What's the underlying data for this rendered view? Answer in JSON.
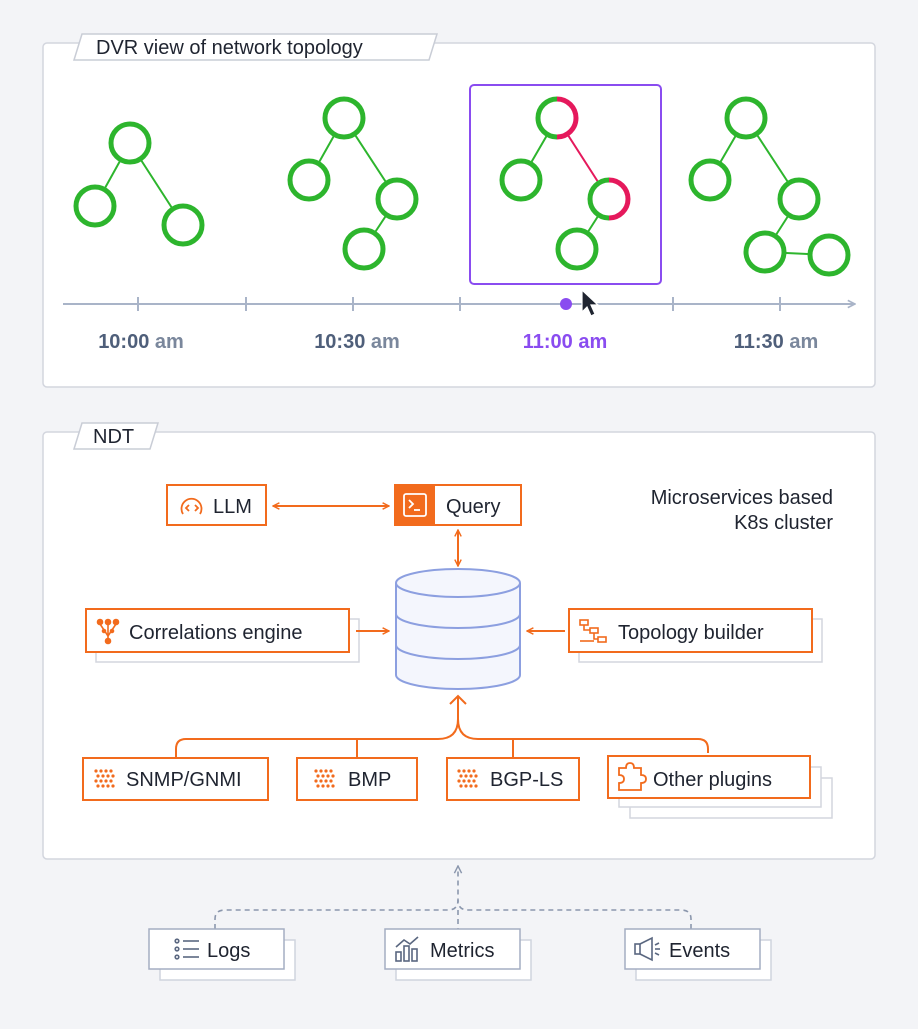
{
  "colors": {
    "background": "#f3f4f7",
    "panel": "#ffffff",
    "panel_border": "#d3d6de",
    "node_green": "#2db52d",
    "node_red": "#e5195c",
    "accent_orange": "#f26b1d",
    "accent_purple": "#8a4cf0",
    "axis_gray": "#a9b4c8",
    "time_text": "#4f5f7a",
    "time_suffix": "#7a879c",
    "db_stroke": "#8c9fe0",
    "db_fill": "#f4f6fd",
    "source_border": "#a4adc2",
    "source_icon": "#5a6780",
    "dashed_line": "#8b97ad",
    "text_dark": "#1f2430"
  },
  "top_panel": {
    "title": "DVR view of network topology",
    "timeline": [
      {
        "time": "10:00",
        "suffix": "am",
        "active": false
      },
      {
        "time": "10:30",
        "suffix": "am",
        "active": false
      },
      {
        "time": "11:00",
        "suffix": "am",
        "active": true
      },
      {
        "time": "11:30",
        "suffix": "am",
        "active": false
      }
    ]
  },
  "ndt_panel": {
    "title": "NDT",
    "cluster_label": [
      "Microservices based",
      "K8s cluster"
    ],
    "llm": {
      "label": "LLM",
      "icon": "brain-icon"
    },
    "query": {
      "label": "Query",
      "icon": "terminal-icon"
    },
    "correlations": {
      "label": "Correlations engine",
      "icon": "network-tree-icon"
    },
    "topology": {
      "label": "Topology builder",
      "icon": "hierarchy-icon"
    },
    "plugins": [
      {
        "label": "SNMP/GNMI",
        "icon": "signal-dots-icon"
      },
      {
        "label": "BMP",
        "icon": "signal-dots-icon"
      },
      {
        "label": "BGP-LS",
        "icon": "signal-dots-icon"
      },
      {
        "label": "Other plugins",
        "icon": "puzzle-icon"
      }
    ]
  },
  "sources": [
    {
      "label": "Logs",
      "icon": "list-icon"
    },
    {
      "label": "Metrics",
      "icon": "chart-icon"
    },
    {
      "label": "Events",
      "icon": "megaphone-icon"
    }
  ]
}
